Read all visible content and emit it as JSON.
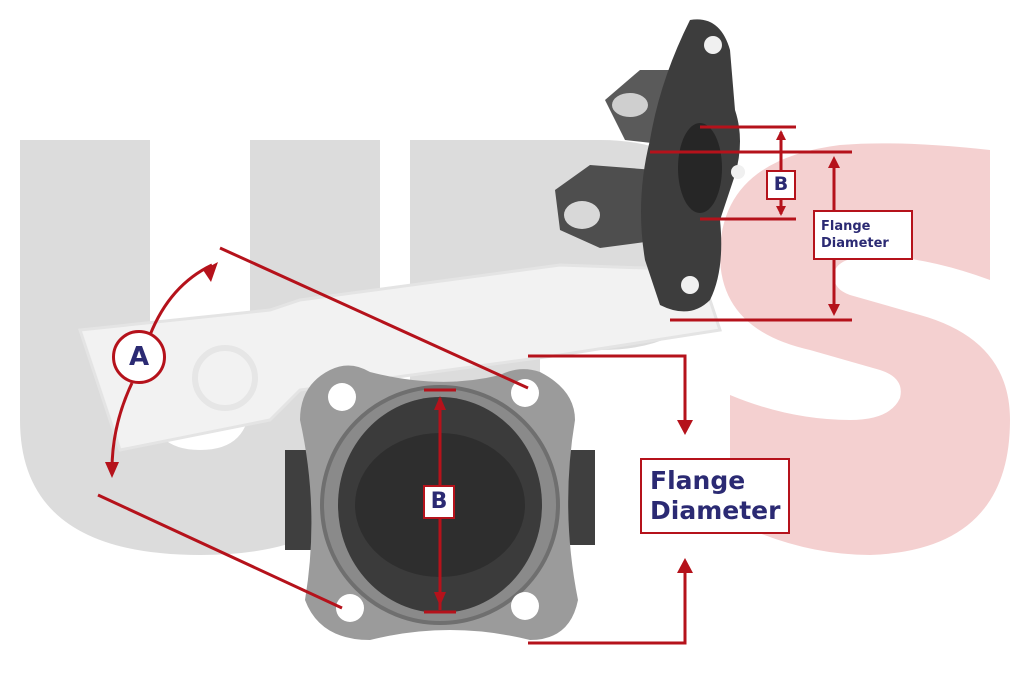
{
  "watermark": {
    "letters": "UPS",
    "gray": "#d9d9d9",
    "red": "#f3d2d2"
  },
  "labels": {
    "angle": "A",
    "bore_main": "B",
    "bore_small": "B",
    "flange_main_line1": "Flange",
    "flange_main_line2": "Diameter",
    "flange_small_line1": "Flange",
    "flange_small_line2": "Diameter"
  },
  "colors": {
    "accent": "#b5121b",
    "text": "#2b2a73",
    "metal": "#9a9a9a",
    "metal_dark": "#3a3a3a"
  }
}
